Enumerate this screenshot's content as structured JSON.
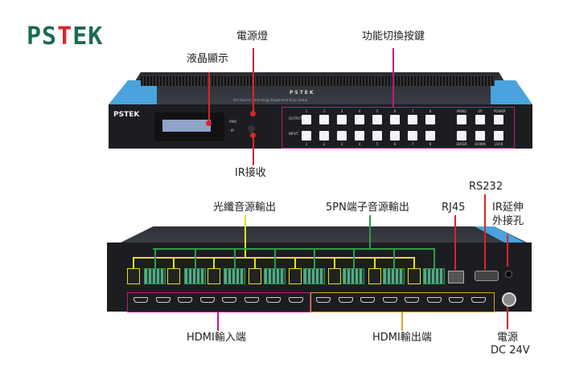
{
  "logo": "PSTEK",
  "front": {
    "brand": "PSTEK",
    "tagline": "Pro-Source Technology Equipment Easy Setup",
    "output_label": "OUTPUT",
    "input_label": "INPUT",
    "numbers": [
      "1",
      "2",
      "3",
      "4",
      "5",
      "6",
      "7",
      "8"
    ],
    "top_keys": [
      "MENU",
      "UP",
      "POWER"
    ],
    "bottom_keys": [
      "ENTER",
      "DOWN",
      "LOCK"
    ],
    "pwr": "PWR",
    "ir": "IR"
  },
  "labels": {
    "lcd": "液晶顯示",
    "power_led": "電源燈",
    "function_keys": "功能切換按鍵",
    "ir_receive": "IR接收",
    "optical_out": "光纖音源輸出",
    "terminal_out": "5PN端子音源輸出",
    "rj45": "RJ45",
    "rs232": "RS232",
    "ir_ext_1": "IR延伸",
    "ir_ext_2": "外接孔",
    "hdmi_in": "HDMI輸入端",
    "hdmi_out": "HDMI輸出端",
    "power_1": "電源",
    "power_2": "DC 24V"
  },
  "colors": {
    "logo": "#1d6b55",
    "pink": "#c2197f",
    "red": "#d9262b",
    "yellow": "#e8e020",
    "green": "#2e9c48",
    "orange": "#e0a030"
  }
}
